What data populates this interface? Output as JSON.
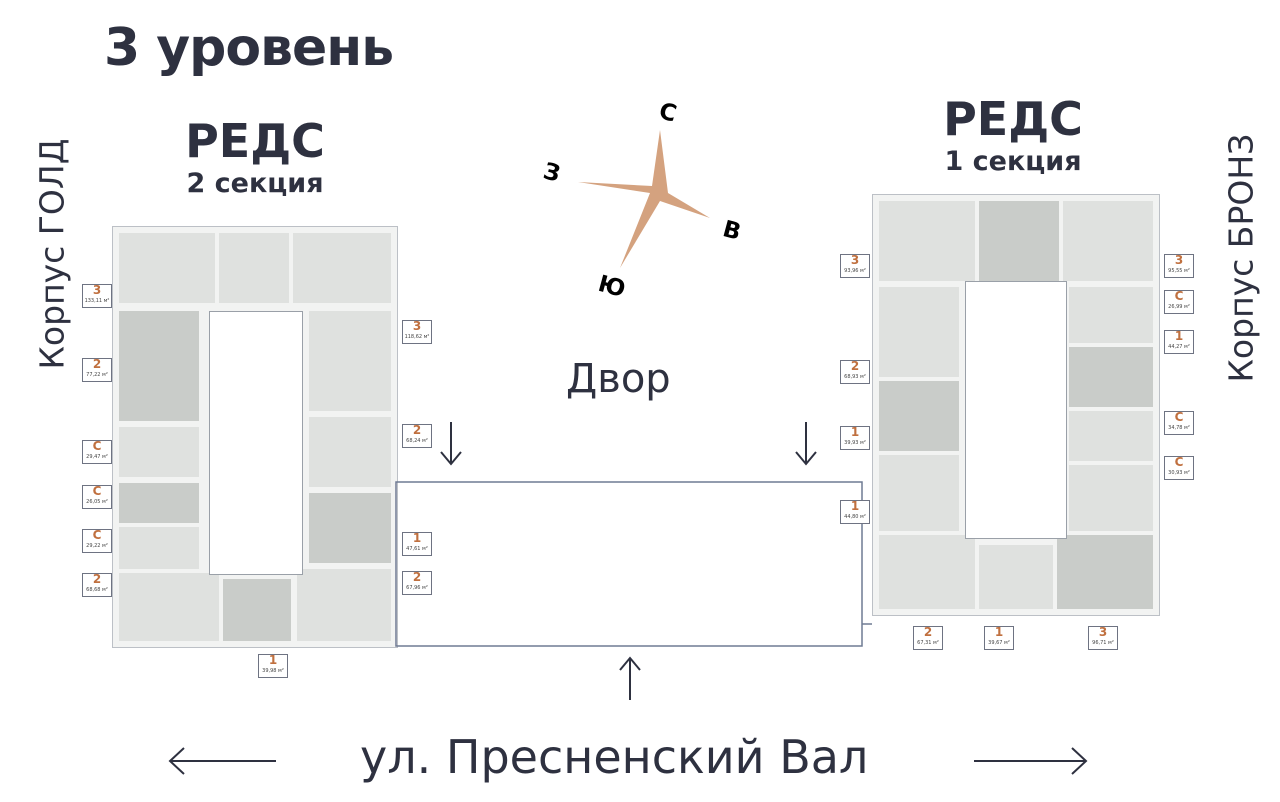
{
  "level_title": "3 уровень",
  "compass": {
    "north": "С",
    "west": "З",
    "east": "В",
    "south": "Ю",
    "color": "#d4a27f"
  },
  "courtyard_label": "Двор",
  "street_label": "ул. Пресненский Вал",
  "left_building": {
    "name": "РЕДС",
    "section": "2 секция",
    "side_label": "Корпус ГОЛД",
    "apartments": [
      {
        "type": "3",
        "area": "133,11 м²"
      },
      {
        "type": "2",
        "area": "77,22 м²"
      },
      {
        "type": "С",
        "area": "29,47 м²"
      },
      {
        "type": "С",
        "area": "26,05 м²"
      },
      {
        "type": "С",
        "area": "29,22 м²"
      },
      {
        "type": "2",
        "area": "68,68 м²"
      },
      {
        "type": "3",
        "area": "118,62 м²"
      },
      {
        "type": "2",
        "area": "68,24 м²"
      },
      {
        "type": "1",
        "area": "47,61 м²"
      },
      {
        "type": "2",
        "area": "67,96 м²"
      },
      {
        "type": "1",
        "area": "39,98 м²"
      }
    ]
  },
  "right_building": {
    "name": "РЕДС",
    "section": "1 секция",
    "side_label": "Корпус БРОНЗ",
    "apartments": [
      {
        "type": "3",
        "area": "93,96 м²"
      },
      {
        "type": "2",
        "area": "68,93 м²"
      },
      {
        "type": "1",
        "area": "39,93 м²"
      },
      {
        "type": "1",
        "area": "44,80 м²"
      },
      {
        "type": "3",
        "area": "95,55 м²"
      },
      {
        "type": "С",
        "area": "26,99 м²"
      },
      {
        "type": "1",
        "area": "44,27 м²"
      },
      {
        "type": "С",
        "area": "34,78 м²"
      },
      {
        "type": "С",
        "area": "30,93 м²"
      },
      {
        "type": "2",
        "area": "67,31 м²"
      },
      {
        "type": "1",
        "area": "39,67 м²"
      },
      {
        "type": "3",
        "area": "96,71 м²"
      }
    ]
  }
}
